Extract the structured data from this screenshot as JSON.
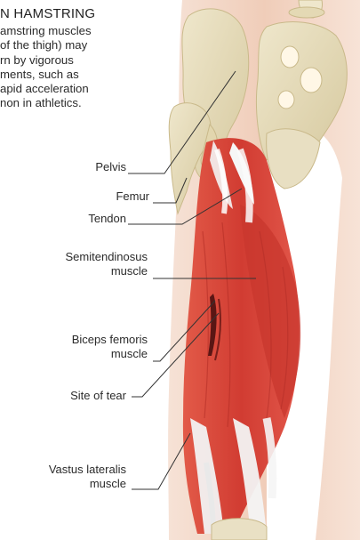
{
  "heading": "N HAMSTRING",
  "intro_lines": [
    "amstring muscles",
    "of the thigh) may",
    "rn by vigorous",
    "ments, such as",
    "apid acceleration",
    "non in athletics."
  ],
  "labels": {
    "pelvis": "Pelvis",
    "femur": "Femur",
    "tendon": "Tendon",
    "semitendinosus_1": "Semitendinosus",
    "semitendinosus_2": "muscle",
    "biceps_1": "Biceps femoris",
    "biceps_2": "muscle",
    "tear": "Site of tear",
    "vastus_1": "Vastus lateralis",
    "vastus_2": "muscle"
  },
  "colors": {
    "muscle": "#d9453a",
    "muscle_dark": "#b8302a",
    "tendon": "#eeeeee",
    "bone": "#e6dcbc",
    "skin": "#f2d4c4",
    "leader": "#333333"
  }
}
